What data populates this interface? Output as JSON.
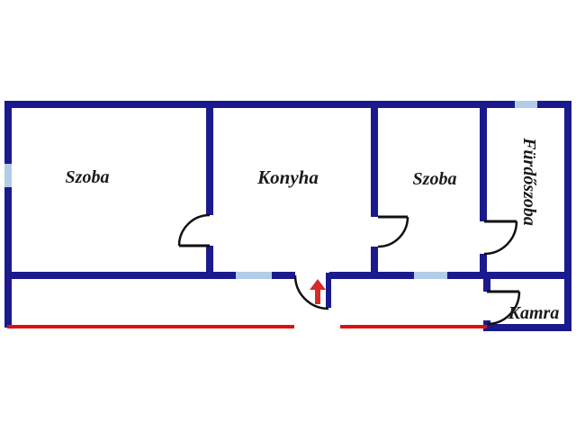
{
  "floor_plan": {
    "rooms": [
      {
        "name": "room-1",
        "label": "Szoba"
      },
      {
        "name": "kitchen",
        "label": "Konyha"
      },
      {
        "name": "room-2",
        "label": "Szoba"
      },
      {
        "name": "bathroom",
        "label": "Fürdőszoba"
      },
      {
        "name": "pantry",
        "label": "Kamra"
      }
    ],
    "colors": {
      "wall": "#1a1a8e",
      "window": "#b3cde8",
      "terrace_line": "#dd1111",
      "entrance_arrow": "#d42a2a",
      "door_swing": "#111111",
      "label_text": "#1a1a1a",
      "background": "#ffffff"
    }
  }
}
